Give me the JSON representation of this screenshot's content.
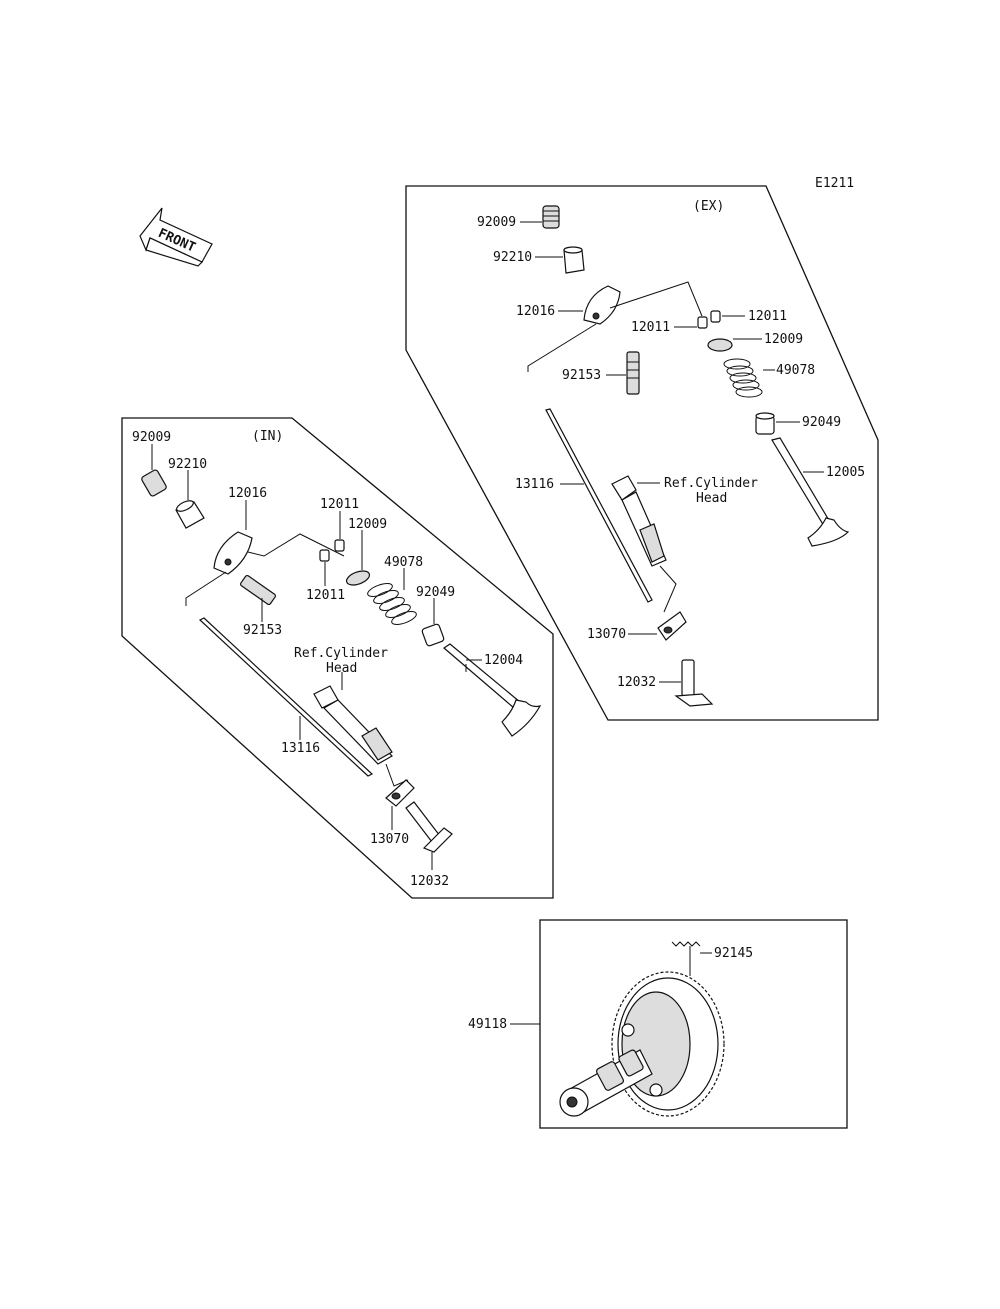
{
  "diagram_code": "E1211",
  "front_label": "FRONT",
  "groups": {
    "exhaust": {
      "label": "(EX)"
    },
    "intake": {
      "label": "(IN)"
    }
  },
  "callouts": {
    "ex_92009": "92009",
    "ex_92210": "92210",
    "ex_12016": "12016",
    "ex_12011_a": "12011",
    "ex_12011_b": "12011",
    "ex_12009": "12009",
    "ex_49078": "49078",
    "ex_92153": "92153",
    "ex_92049": "92049",
    "ex_13116": "13116",
    "ex_12005": "12005",
    "ex_13070": "13070",
    "ex_12032": "12032",
    "in_92009": "92009",
    "in_92210": "92210",
    "in_12016": "12016",
    "in_12011_a": "12011",
    "in_12009": "12009",
    "in_12011_b": "12011",
    "in_49078": "49078",
    "in_92049": "92049",
    "in_92153": "92153",
    "in_12004": "12004",
    "in_13116": "13116",
    "in_13070": "13070",
    "in_12032": "12032",
    "cam_92145": "92145",
    "cam_49118": "49118"
  },
  "reference_notes": {
    "ex_ref_line1": "Ref.Cylinder",
    "ex_ref_line2": "Head",
    "in_ref_line1": "Ref.Cylinder",
    "in_ref_line2": "Head"
  }
}
